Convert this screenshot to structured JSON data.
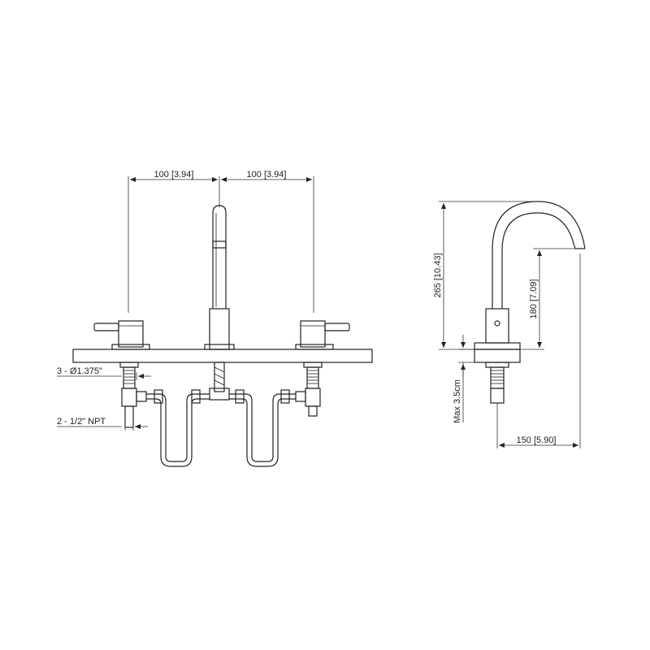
{
  "front_view": {
    "dim_left": "100 [3.94]",
    "dim_right": "100 [3.94]",
    "hole_label": "3 - Ø1.375\"",
    "npt_label": "2 - 1/2\" NPT"
  },
  "side_view": {
    "height_total": "265 [10.43]",
    "height_spout": "180 [7.09]",
    "max_deck": "Max 3.5cm",
    "reach": "150 [5.90]"
  }
}
